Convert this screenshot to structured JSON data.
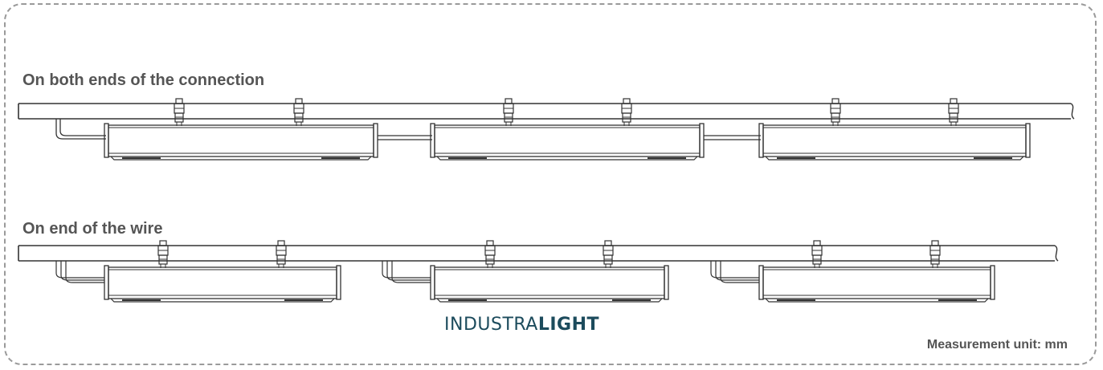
{
  "sections": [
    {
      "title": "On both ends of the connection"
    },
    {
      "title": "On end of the wire"
    }
  ],
  "brand": {
    "prefix": "INDUSTRA",
    "suffix": "LIGHT"
  },
  "measurement_note": "Measurement unit: mm"
}
